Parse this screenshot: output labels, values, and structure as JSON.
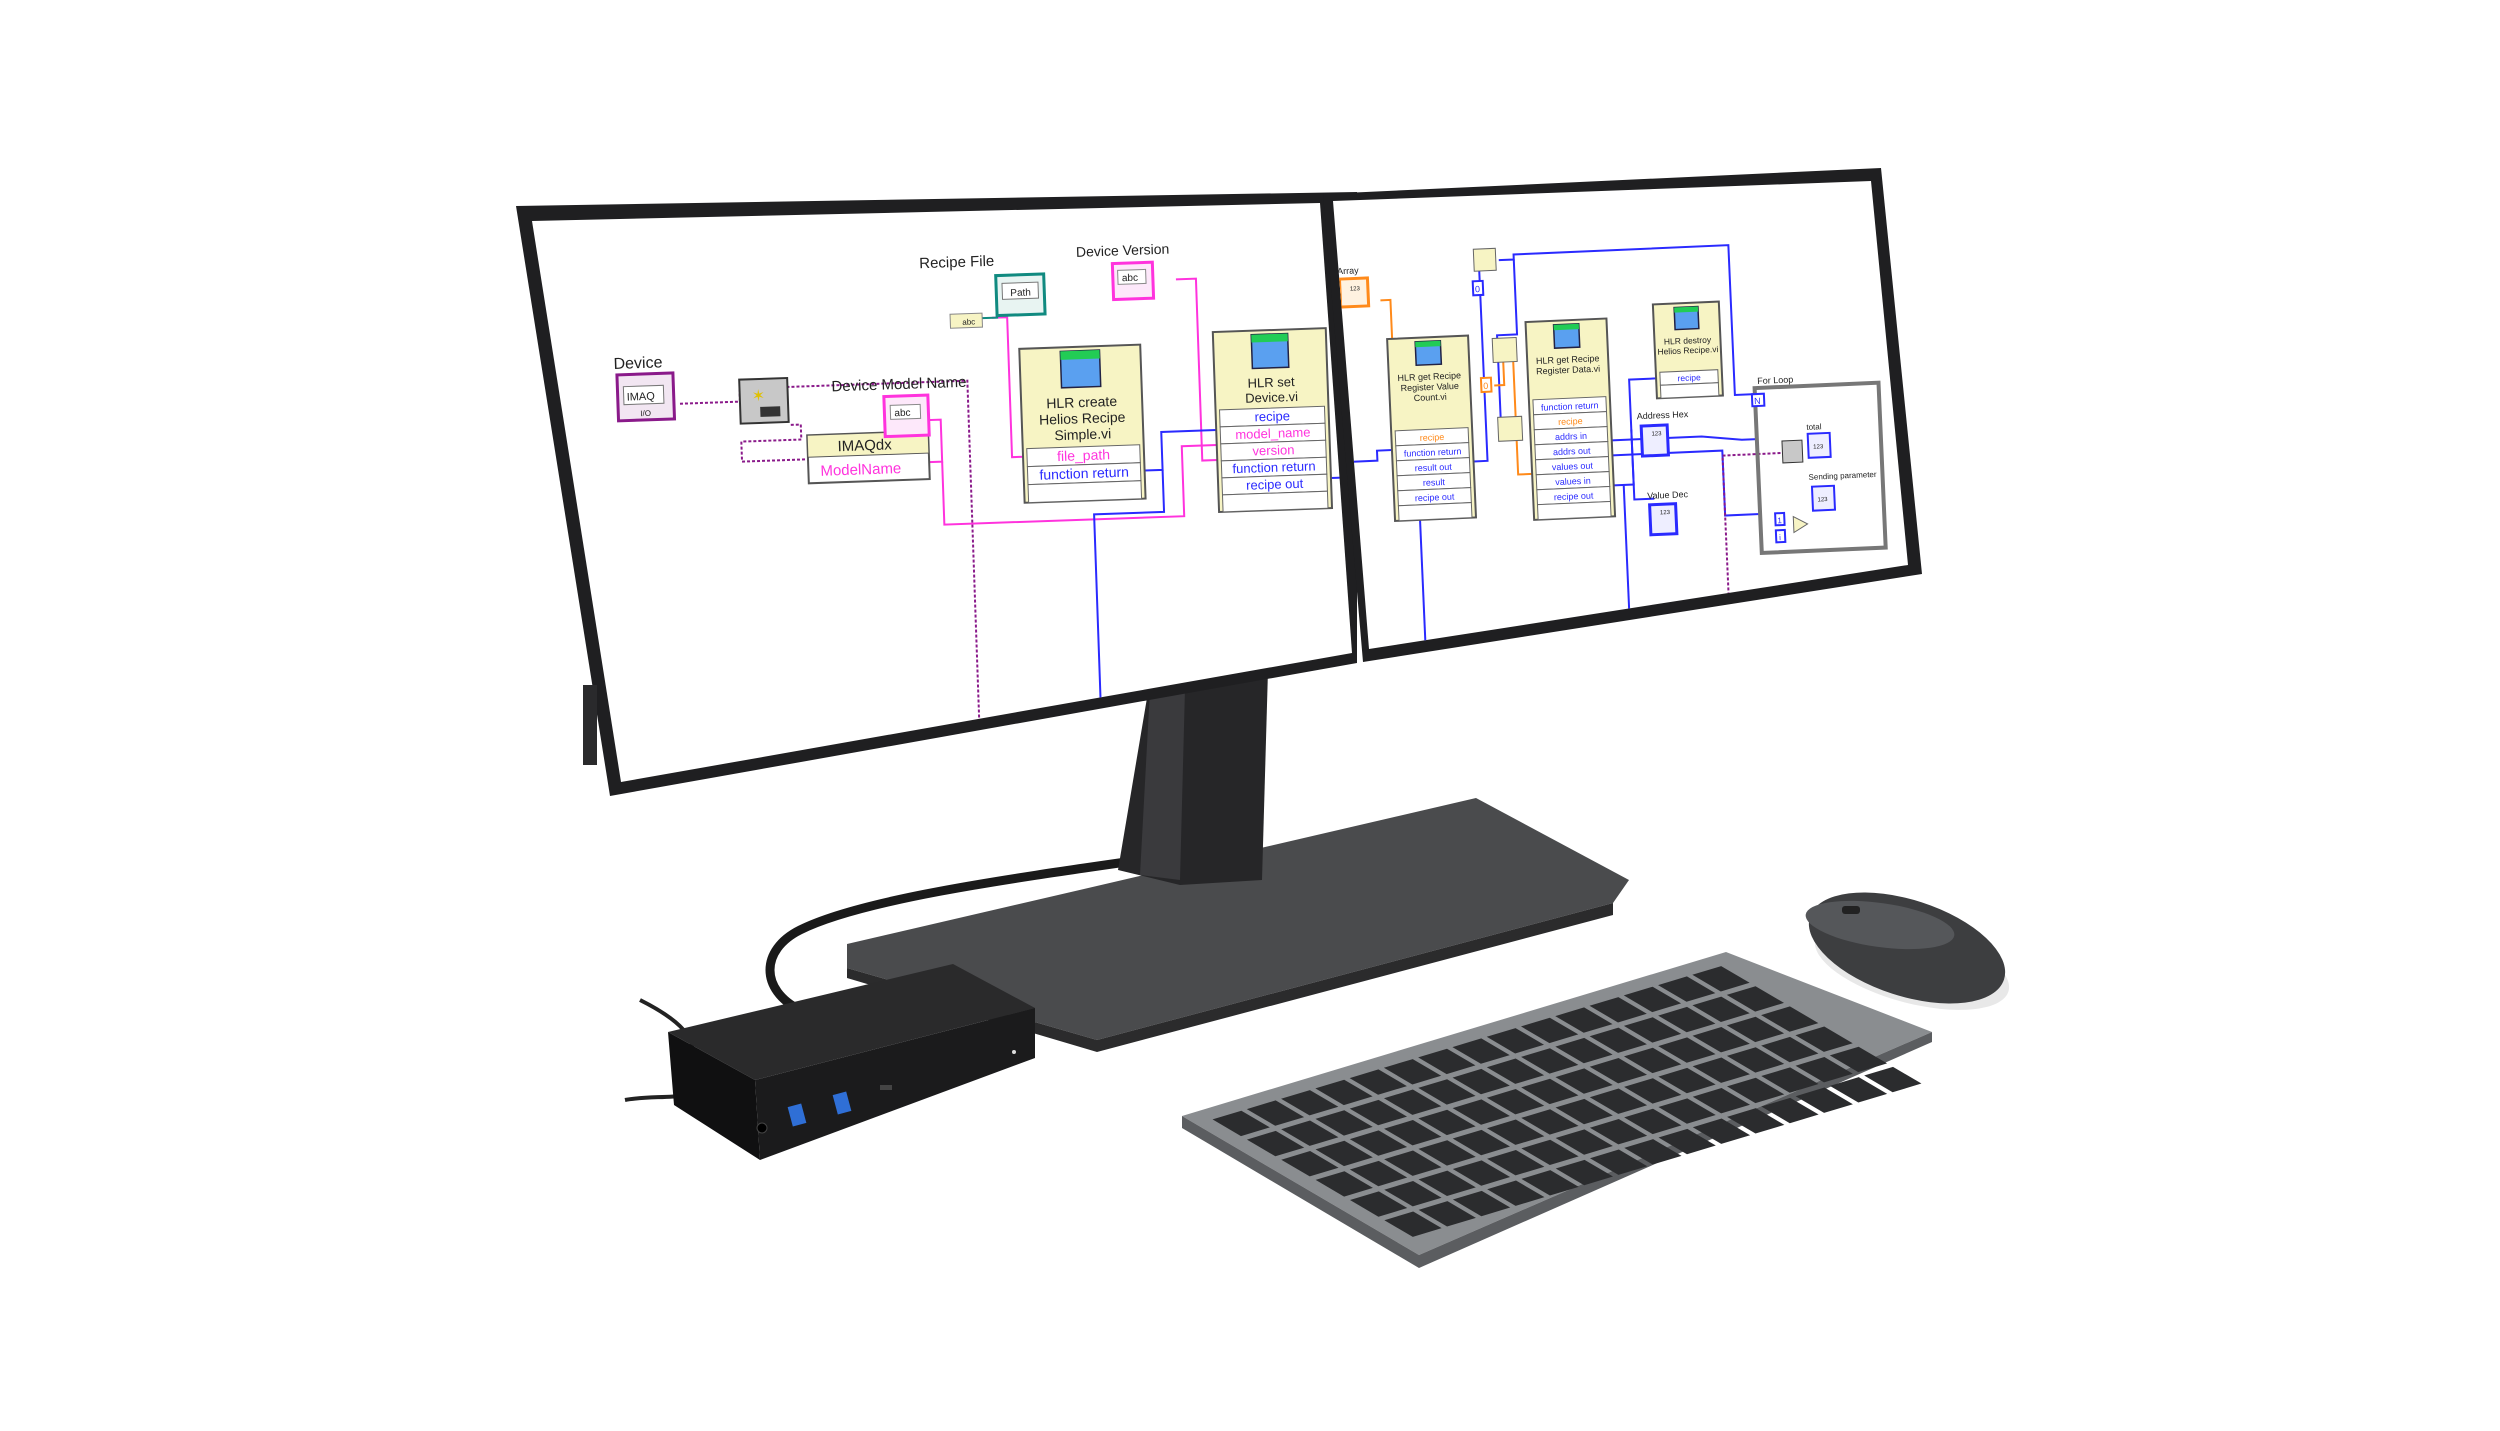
{
  "colors": {
    "vi_fill": "#f7f4c4",
    "blue": "#2a2aff",
    "pink": "#ff33dd",
    "orange": "#ff8a1a",
    "teal": "#108a80",
    "purple": "#8a1a8a",
    "monitor": "#1f1f21",
    "keyboard_frame": "#8a8d90",
    "key": "#2b2c2e",
    "mouse": "#3d3e40",
    "dock": "#1b1b1c",
    "usb_port": "#2f6fd6"
  },
  "left_screen": {
    "labels": {
      "recipe_file": "Recipe  File",
      "device_version": "Device Version",
      "device": "Device",
      "device_model_name": "Device Model Name"
    },
    "controls": {
      "path": "Path",
      "abc": "abc",
      "imaq": "IMAQ",
      "io": "I/O",
      "string_const": "abc"
    },
    "property_node": {
      "class": "IMAQdx",
      "property": "ModelName"
    },
    "blocks": [
      {
        "title": [
          "HLR create",
          "Helios Recipe",
          "Simple.vi"
        ],
        "icon": "HLR create Helios",
        "terminals": [
          {
            "name": "file_path",
            "color": "pink"
          },
          {
            "name": "function return",
            "color": "blue"
          },
          {
            "name": "",
            "color": "blue"
          }
        ]
      },
      {
        "title": [
          "HLR set",
          "Device.vi"
        ],
        "icon": "HLR set Device",
        "terminals": [
          {
            "name": "recipe",
            "color": "blue"
          },
          {
            "name": "model_name",
            "color": "pink"
          },
          {
            "name": "version",
            "color": "pink"
          },
          {
            "name": "function return",
            "color": "blue"
          },
          {
            "name": "recipe out",
            "color": "blue"
          },
          {
            "name": "",
            "color": "blue"
          }
        ]
      }
    ]
  },
  "right_screen": {
    "labels": {
      "array": "Array",
      "address_hex": "Address Hex",
      "value_dec": "Value Dec",
      "for_loop": "For Loop",
      "total": "total",
      "sending_parameter": "Sending parameter"
    },
    "constants": {
      "zero_blue": "0",
      "zero_orange": "0",
      "one": "1",
      "iteration": "i",
      "count": "N",
      "numeric": "123"
    },
    "blocks": [
      {
        "title": [
          "HLR get Recipe",
          "Register Value",
          "Count.vi"
        ],
        "icon": "HLR get Recipe",
        "terminals": [
          {
            "name": "recipe",
            "color": "orange"
          },
          {
            "name": "function return",
            "color": "blue"
          },
          {
            "name": "result out",
            "color": "blue"
          },
          {
            "name": "result",
            "color": "blue"
          },
          {
            "name": "recipe out",
            "color": "blue"
          },
          {
            "name": "",
            "color": "blue"
          }
        ]
      },
      {
        "title": [
          "HLR get Recipe",
          "Register Data.vi"
        ],
        "icon": "HLR get Recipe",
        "terminals": [
          {
            "name": "function return",
            "color": "blue"
          },
          {
            "name": "recipe",
            "color": "orange"
          },
          {
            "name": "addrs in",
            "color": "blue"
          },
          {
            "name": "addrs out",
            "color": "blue"
          },
          {
            "name": "values out",
            "color": "blue"
          },
          {
            "name": "values in",
            "color": "blue"
          },
          {
            "name": "recipe out",
            "color": "blue"
          },
          {
            "name": "",
            "color": "blue"
          }
        ]
      },
      {
        "title": [
          "HLR destroy",
          "Helios Recipe.vi"
        ],
        "icon": "HLR destroy Helios",
        "terminals": [
          {
            "name": "recipe",
            "color": "blue"
          },
          {
            "name": "",
            "color": "blue"
          }
        ]
      }
    ]
  }
}
